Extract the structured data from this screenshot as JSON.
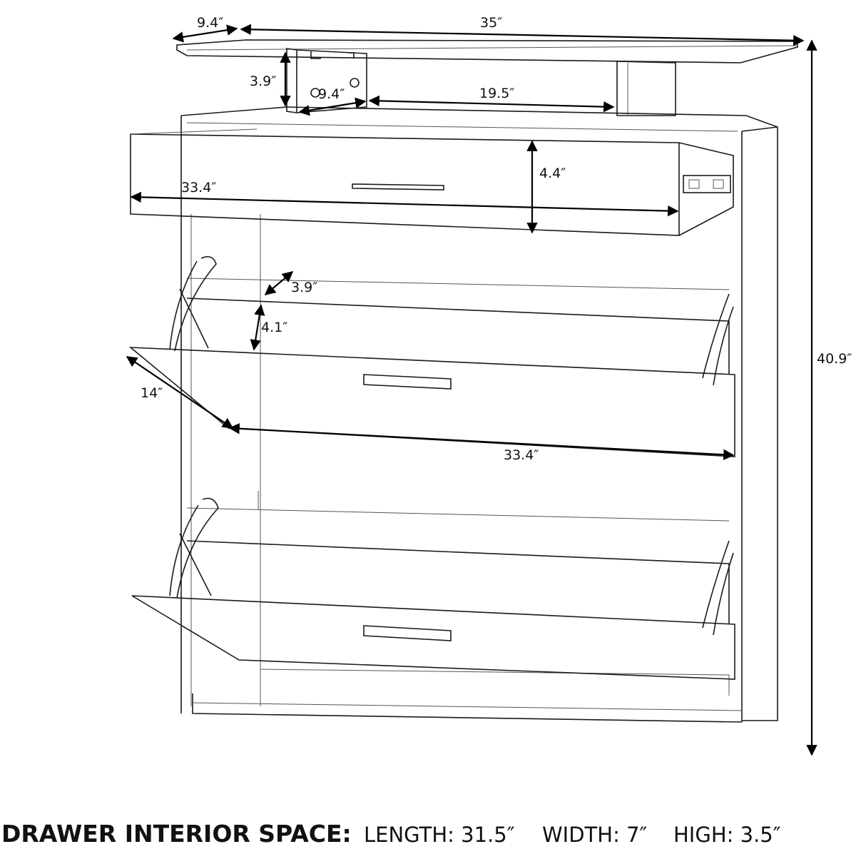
{
  "dimensions": {
    "top_depth": "9.4″",
    "top_width": "35″",
    "shelf_height": "3.9″",
    "shelf_depth": "9.4″",
    "shelf_opening": "19.5″",
    "drawer_height": "4.4″",
    "drawer_width": "33.4″",
    "compartment_depth": "3.9″",
    "compartment_height": "4.1″",
    "flip_depth": "14″",
    "flip_width": "33.4″",
    "total_height": "40.9″"
  },
  "caption": {
    "title": "DRAWER INTERIOR SPACE:",
    "length": "LENGTH: 31.5″",
    "width": "WIDTH: 7″",
    "high": "HIGH: 3.5″"
  }
}
